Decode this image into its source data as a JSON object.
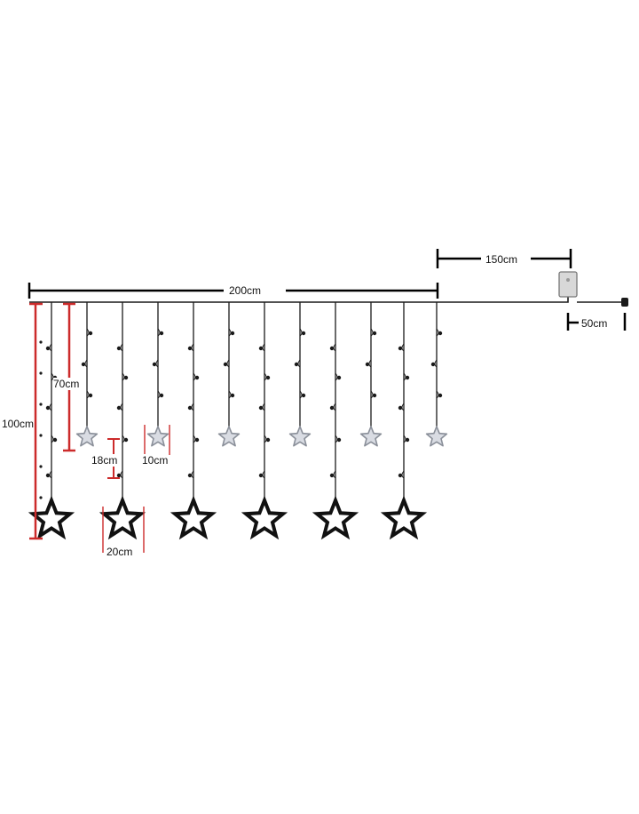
{
  "colors": {
    "wire": "#1a1a1a",
    "dimension": "#000000",
    "dimension_accent": "#cc2b2b",
    "large_star_stroke": "#111111",
    "small_star_fill": "#d9dce3",
    "small_star_stroke": "#8a8f99",
    "controller_fill": "#d8d8d8",
    "controller_stroke": "#777777"
  },
  "dimensions": {
    "total_width": "200cm",
    "lead_wire": "150cm",
    "plug_wire": "50cm",
    "long_drop": "100cm",
    "short_drop": "70cm",
    "large_star_height": "18cm",
    "small_star_width": "10cm",
    "large_star_width": "20cm"
  },
  "icons": {
    "large_star": "star-outline-icon",
    "small_star": "star-small-icon",
    "controller": "controller-box-icon",
    "plug": "plug-icon"
  }
}
